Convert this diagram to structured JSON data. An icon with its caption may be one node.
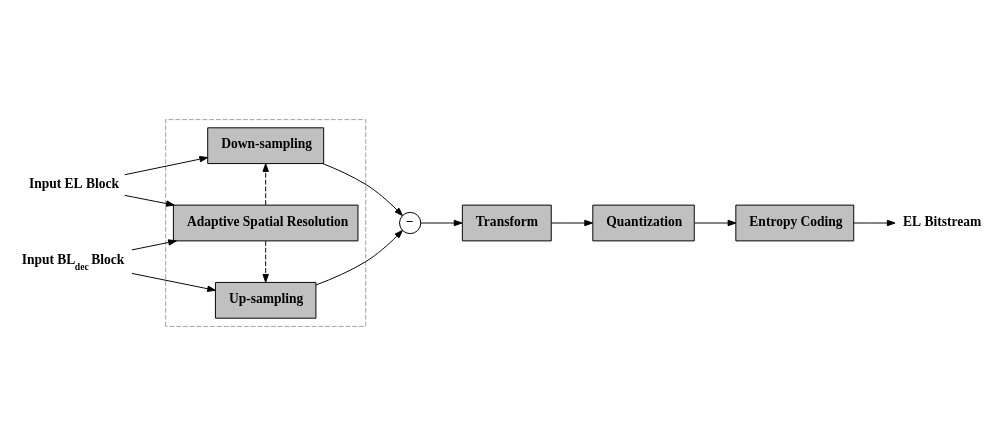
{
  "diagram": {
    "nodes": [
      {
        "text": [],
        "shape": "box"
      },
      {
        "text": [
          "Input EL Block"
        ]
      },
      {
        "text": [
          "Input BL$_{dec}$ Block"
        ]
      },
      {
        "text": [
          "Down-sampling"
        ],
        "in": 0
      },
      {
        "text": [
          "Adaptive Spatial Resolution"
        ],
        "in": 0
      },
      {
        "text": [
          "Up-sampling"
        ],
        "in": 0
      },
      {
        "text": [
          "−"
        ]
      },
      {
        "text": [
          "Transform"
        ]
      },
      {
        "text": [
          "Quantization"
        ]
      },
      {
        "text": [
          "Entropy Coding"
        ]
      },
      {
        "text": [
          "EL Bitstream"
        ]
      }
    ],
    "edges": [
      {
        "from": 1,
        "to": 3,
        "arrow": "to"
      },
      {
        "from": 1,
        "to": 4,
        "arrow": "to"
      },
      {
        "from": 2,
        "to": 5,
        "arrow": "to"
      },
      {
        "from": 2,
        "to": 4,
        "arrow": "to"
      },
      {
        "from": 4,
        "to": 3,
        "arrow": "to",
        "style": "dashed"
      },
      {
        "from": 4,
        "to": 5,
        "arrow": "to",
        "style": "dashed"
      },
      {
        "from": 3,
        "to": 6,
        "arrow": "to"
      },
      {
        "from": 5,
        "to": 6,
        "arrow": "to"
      },
      {
        "from": 6,
        "to": 7,
        "arrow": "to"
      },
      {
        "from": 7,
        "to": 8,
        "arrow": "to"
      },
      {
        "from": 8,
        "to": 9,
        "arrow": "to"
      },
      {
        "from": 9,
        "to": 10,
        "arrow": "to"
      }
    ]
  }
}
